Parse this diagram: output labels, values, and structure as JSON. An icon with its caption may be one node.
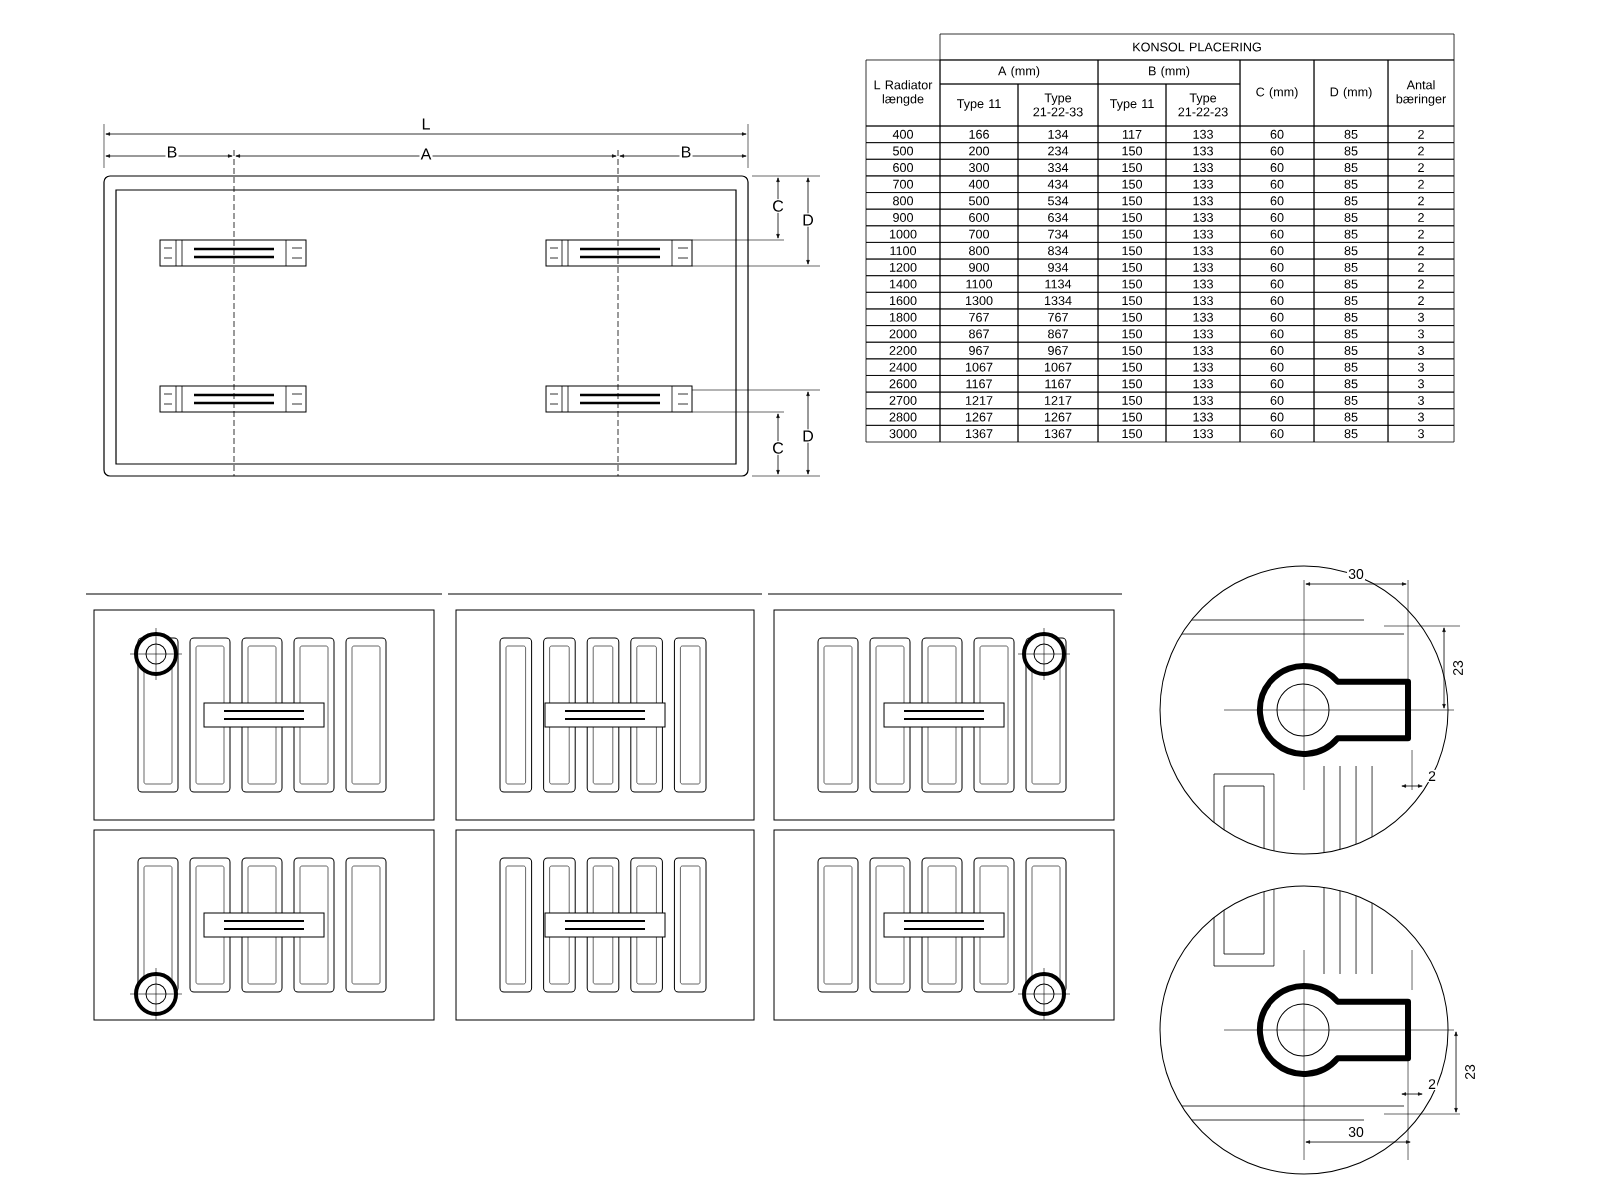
{
  "diagram": {
    "labels": [
      "L",
      "B",
      "A",
      "B",
      "C",
      "D",
      "C",
      "D",
      "KONSOL PLACERING",
      "L Radiator længde",
      "A (mm)",
      "B (mm)",
      "C (mm)",
      "D (mm)",
      "Antal bæringer",
      "Type 11",
      "Type 21-22-33",
      "Type 11",
      "Type 21-22-23",
      "400",
      "166",
      "134",
      "117",
      "133",
      "60",
      "85",
      "2",
      "500",
      "200",
      "234",
      "150",
      "133",
      "60",
      "85",
      "2",
      "600",
      "300",
      "334",
      "150",
      "133",
      "60",
      "85",
      "2",
      "700",
      "400",
      "434",
      "150",
      "133",
      "60",
      "85",
      "2",
      "800",
      "500",
      "534",
      "150",
      "133",
      "60",
      "85",
      "2",
      "900",
      "600",
      "634",
      "150",
      "133",
      "60",
      "85",
      "2",
      "1000",
      "700",
      "734",
      "150",
      "133",
      "60",
      "85",
      "2",
      "1100",
      "800",
      "834",
      "150",
      "133",
      "60",
      "85",
      "2",
      "1200",
      "900",
      "934",
      "150",
      "133",
      "60",
      "85",
      "2",
      "1400",
      "1100",
      "1134",
      "150",
      "133",
      "60",
      "85",
      "2",
      "1600",
      "1300",
      "1334",
      "150",
      "133",
      "60",
      "85",
      "2",
      "1800",
      "767",
      "767",
      "150",
      "133",
      "60",
      "85",
      "3",
      "2000",
      "867",
      "867",
      "150",
      "133",
      "60",
      "85",
      "3",
      "2200",
      "967",
      "967",
      "150",
      "133",
      "60",
      "85",
      "3",
      "2400",
      "1067",
      "1067",
      "150",
      "133",
      "60",
      "85",
      "3",
      "2600",
      "1167",
      "1167",
      "150",
      "133",
      "60",
      "85",
      "3",
      "2700",
      "1217",
      "1217",
      "150",
      "133",
      "60",
      "85",
      "3",
      "2800",
      "1267",
      "1267",
      "150",
      "133",
      "60",
      "85",
      "3",
      "3000",
      "1367",
      "1367",
      "150",
      "133",
      "60",
      "85",
      "3",
      "30",
      "23",
      "2",
      "2",
      "30",
      "23"
    ]
  }
}
